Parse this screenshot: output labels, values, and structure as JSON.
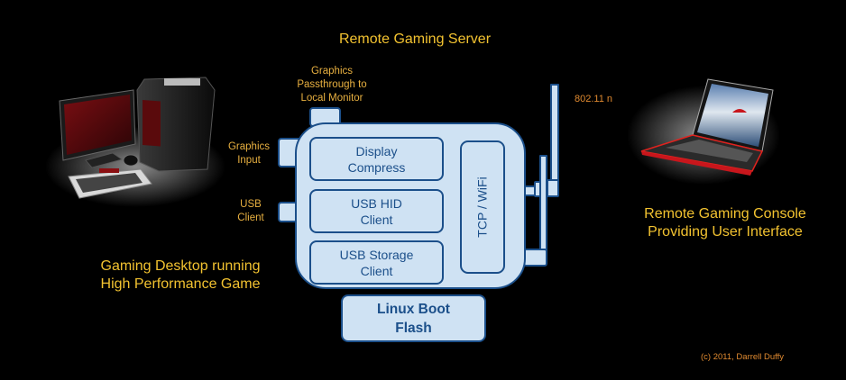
{
  "diagram": {
    "title": "Remote Gaming Server",
    "labels": {
      "graphics_passthrough": [
        "Graphics",
        "Passthrough to",
        "Local Monitor"
      ],
      "graphics_input": [
        "Graphics",
        "Input"
      ],
      "usb_client": [
        "USB",
        "Client"
      ],
      "wifi_standard": "802.11 n"
    },
    "server_blocks": {
      "display_compress": [
        "Display",
        "Compress"
      ],
      "usb_hid_client": [
        "USB HID",
        "Client"
      ],
      "usb_storage_client": [
        "USB Storage",
        "Client"
      ],
      "tcp_wifi": "TCP / WiFi",
      "linux_boot_flash": [
        "Linux Boot",
        "Flash"
      ]
    },
    "desktop_caption": [
      "Gaming Desktop running",
      "High Performance Game"
    ],
    "console_caption": [
      "Remote Gaming Console",
      "Providing User Interface"
    ],
    "copyright": "(c) 2011, Darrell Duffy",
    "icons": {
      "desktop": "gaming-desktop-computer",
      "laptop": "laptop-console"
    },
    "colors": {
      "background": "#000000",
      "block_fill": "#CFE2F3",
      "block_stroke": "#1B4F8A",
      "title_text": "#F2C230",
      "label_text": "#E8B040",
      "accent_orange": "#E08A30"
    }
  }
}
